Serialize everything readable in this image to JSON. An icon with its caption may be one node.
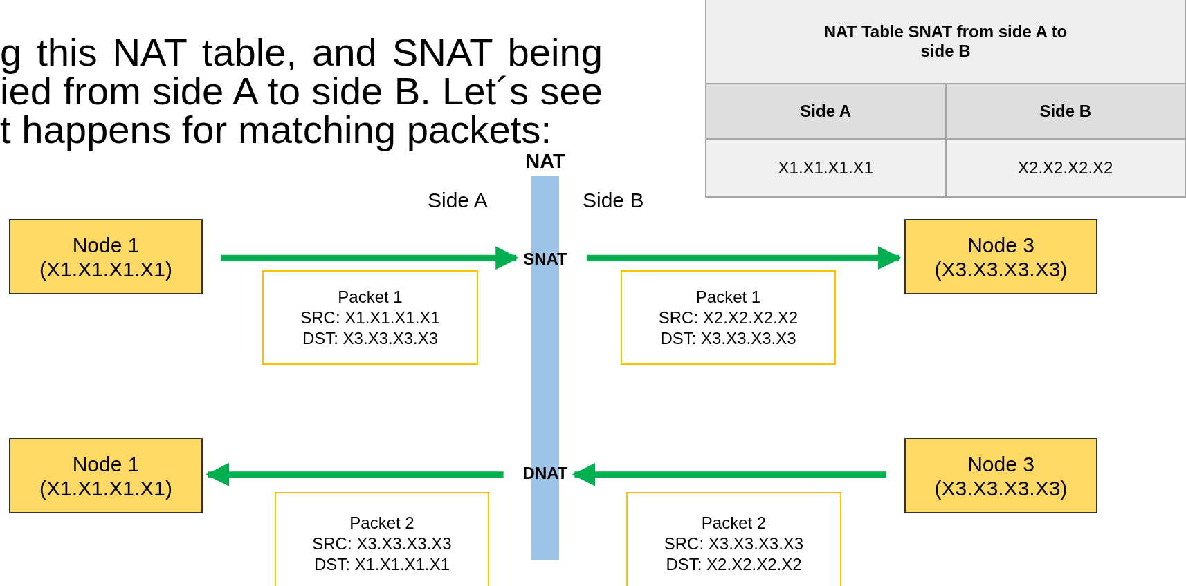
{
  "diagram": {
    "nodes": [
      {
        "text": [
          "NAT"
        ]
      },
      {
        "text": [
          "Node 1",
          "(X1.X1.X1.X1)"
        ]
      },
      {
        "text": [
          "SNAT"
        ],
        "in": 0
      },
      {
        "text": [
          "Node 3",
          "(X3.X3.X3.X3)"
        ]
      },
      {
        "text": [
          "Packet 1",
          "SRC: X1.X1.X1.X1",
          "DST: X3.X3.X3.X3"
        ]
      },
      {
        "text": [
          "Packet 1",
          "SRC: X2.X2.X2.X2",
          "DST: X3.X3.X3.X3"
        ]
      },
      {
        "text": [
          "Node 1",
          "(X1.X1.X1.X1)"
        ]
      },
      {
        "text": [
          "DNAT"
        ],
        "in": 0
      },
      {
        "text": [
          "Node 3",
          "(X3.X3.X3.X3)"
        ]
      },
      {
        "text": [
          "Packet 2",
          "SRC: X3.X3.X3.X3",
          "DST: X1.X1.X1.X1"
        ]
      },
      {
        "text": [
          "Packet 2",
          "SRC: X3.X3.X3.X3",
          "DST: X2.X2.X2.X2"
        ]
      }
    ],
    "edges": [
      {
        "from": 1,
        "to": 2,
        "arrow": "to"
      },
      {
        "from": 2,
        "to": 3,
        "arrow": "to"
      },
      {
        "from": 8,
        "to": 7,
        "arrow": "to"
      },
      {
        "from": 7,
        "to": 6,
        "arrow": "to"
      }
    ],
    "labels": [
      "g this NAT table, and SNAT being ied from side A to side B. Let´s see t happens for matching packets:",
      "NAT Table SNAT from side A to side B",
      "Side A",
      "Side B",
      "X1.X1.X1.X1",
      "X2.X2.X2.X2",
      "Side A",
      "Side B"
    ]
  }
}
